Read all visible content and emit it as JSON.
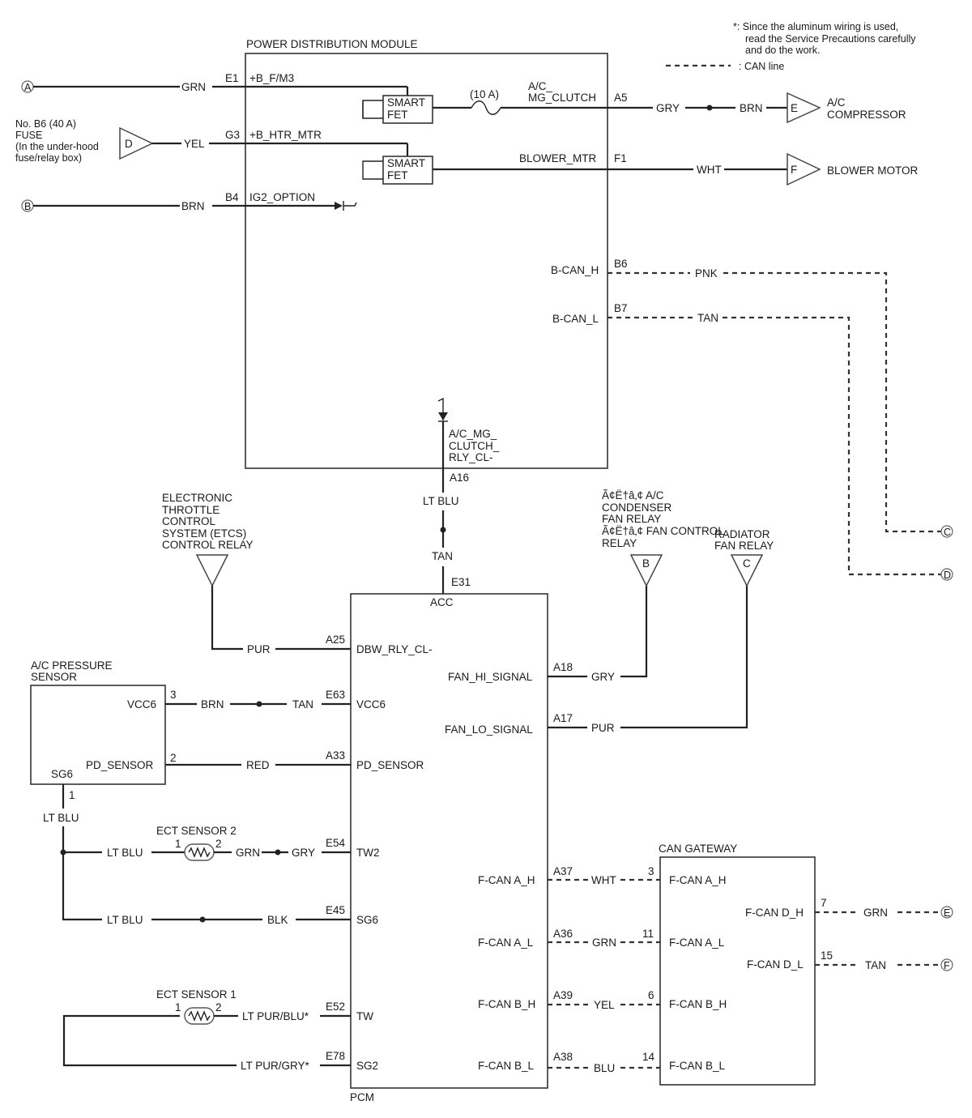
{
  "notes": {
    "aluminum_line1": "*:  Since the aluminum wiring is used,",
    "aluminum_line2": "read the Service Precautions carefully",
    "aluminum_line3": "and do the work.",
    "can_line": ": CAN line"
  },
  "pdm": {
    "title": "POWER DISTRIBUTION MODULE",
    "smart_fet": [
      "SMART",
      "FET"
    ],
    "fuse_rating": "(10 A)",
    "clutch_label": [
      "A/C_",
      "MG_CLUTCH"
    ],
    "blower_label": "BLOWER_MTR",
    "relay_label": [
      "A/C_MG_",
      "CLUTCH_",
      "RLY_CL-"
    ],
    "pins": {
      "E1": "E1",
      "E1_name": "+B_F/M3",
      "G3": "G3",
      "G3_name": "+B_HTR_MTR",
      "B4": "B4",
      "B4_name": "IG2_OPTION",
      "A5": "A5",
      "F1": "F1",
      "B6": "B6",
      "B6_name": "B-CAN_H",
      "B7": "B7",
      "B7_name": "B-CAN_L",
      "A16": "A16"
    }
  },
  "inputs": {
    "A": "A",
    "B": "B",
    "D": "D",
    "fuse_lines": [
      "No. B6 (40 A)",
      "FUSE",
      "(In the under-hood",
      "fuse/relay box)"
    ],
    "wire_A": "GRN",
    "wire_D": "YEL",
    "wire_B": "BRN"
  },
  "outputs": {
    "E": "E",
    "F": "F",
    "compressor": [
      "A/C",
      "COMPRESSOR"
    ],
    "blower_motor": "BLOWER MOTOR",
    "wire_a5": "GRY",
    "wire_comp": "BRN",
    "wire_blower": "WHT",
    "wire_pnk": "PNK",
    "wire_tan": "TAN",
    "C": "C",
    "D": "D"
  },
  "pcm": {
    "label": "PCM",
    "acc": "ACC",
    "e31": "E31",
    "wire_ltblu": "LT BLU",
    "wire_tan": "TAN",
    "pins": [
      {
        "pin": "A25",
        "name": "DBW_RLY_CL-",
        "wire": "PUR"
      },
      {
        "pin": "E63",
        "name": "VCC6",
        "wire": "TAN"
      },
      {
        "pin": "A33",
        "name": "PD_SENSOR",
        "wire": "RED"
      },
      {
        "pin": "E54",
        "name": "TW2",
        "wire": "GRY"
      },
      {
        "pin": "E45",
        "name": "SG6",
        "wire": "BLK"
      },
      {
        "pin": "E52",
        "name": "TW",
        "wire": "LT PUR/BLU*"
      },
      {
        "pin": "E78",
        "name": "SG2",
        "wire": "LT PUR/GRY*"
      }
    ],
    "right_pins": [
      {
        "pin": "A18",
        "name": "FAN_HI_SIGNAL",
        "wire": "GRY"
      },
      {
        "pin": "A17",
        "name": "FAN_LO_SIGNAL",
        "wire": "PUR"
      },
      {
        "pin": "A37",
        "name": "F-CAN A_H",
        "wire": "WHT"
      },
      {
        "pin": "A36",
        "name": "F-CAN A_L",
        "wire": "GRN"
      },
      {
        "pin": "A39",
        "name": "F-CAN B_H",
        "wire": "YEL"
      },
      {
        "pin": "A38",
        "name": "F-CAN B_L",
        "wire": "BLU"
      }
    ]
  },
  "etcs_relay": [
    "ELECTRONIC",
    "THROTTLE",
    "CONTROL",
    "SYSTEM (ETCS)",
    "CONTROL RELAY"
  ],
  "condenser_relay": [
    "Ã¢Ë†â‚¢ A/C",
    "CONDENSER",
    "FAN RELAY",
    "Ã¢Ë†â‚¢ FAN CONTROL",
    "RELAY"
  ],
  "radiator_relay": [
    "RADIATOR",
    "FAN RELAY"
  ],
  "relay_conn": {
    "B": "B",
    "C": "C"
  },
  "pressure_sensor": {
    "title": [
      "A/C PRESSURE",
      "SENSOR"
    ],
    "vcc6": "VCC6",
    "pd_sensor": "PD_SENSOR",
    "sg6": "SG6",
    "pin3": "3",
    "pin2": "2",
    "pin1": "1",
    "wire_vcc": "BRN",
    "wire_sg6": "LT BLU"
  },
  "ect2": {
    "title": "ECT SENSOR 2",
    "pin1": "1",
    "pin2": "2",
    "wire_in": "LT BLU",
    "wire_out": "GRN"
  },
  "ect1": {
    "title": "ECT SENSOR 1",
    "pin1": "1",
    "pin2": "2"
  },
  "sg6_branch_wire": "LT BLU",
  "gateway": {
    "title": "CAN GATEWAY",
    "left": [
      {
        "pin": "3",
        "name": "F-CAN A_H"
      },
      {
        "pin": "11",
        "name": "F-CAN A_L"
      },
      {
        "pin": "6",
        "name": "F-CAN B_H"
      },
      {
        "pin": "14",
        "name": "F-CAN B_L"
      }
    ],
    "right": [
      {
        "pin": "7",
        "name": "F-CAN D_H",
        "wire": "GRN",
        "conn": "E"
      },
      {
        "pin": "15",
        "name": "F-CAN D_L",
        "wire": "TAN",
        "conn": "F"
      }
    ]
  }
}
